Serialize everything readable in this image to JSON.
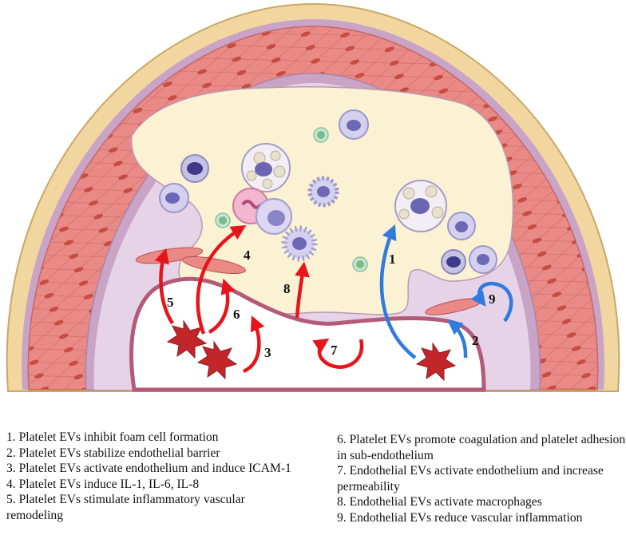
{
  "diagram": {
    "arrow_colors": {
      "platelet": "#e8141c",
      "endothelial": "#2f7be0"
    },
    "arrow_labels": [
      "1",
      "2",
      "3",
      "4",
      "5",
      "6",
      "7",
      "8",
      "9"
    ]
  },
  "legend": {
    "left": [
      "1. Platelet EVs inhibit foam cell formation",
      "2. Platelet EVs stabilize endothelial barrier",
      "3. Platelet EVs activate endothelium and induce ICAM-1",
      "4. Platelet EVs induce IL-1, IL-6, IL-8",
      "5. Platelet EVs stimulate inflammatory vascular remodeling"
    ],
    "right": [
      "6. Platelet EVs promote coagulation and platelet adhesion in sub-endothelium",
      "7. Endothelial EVs activate endothelium and increase permeability",
      "8. Endothelial EVs activate macrophages",
      "9. Endothelial EVs reduce vascular inflammation"
    ]
  }
}
